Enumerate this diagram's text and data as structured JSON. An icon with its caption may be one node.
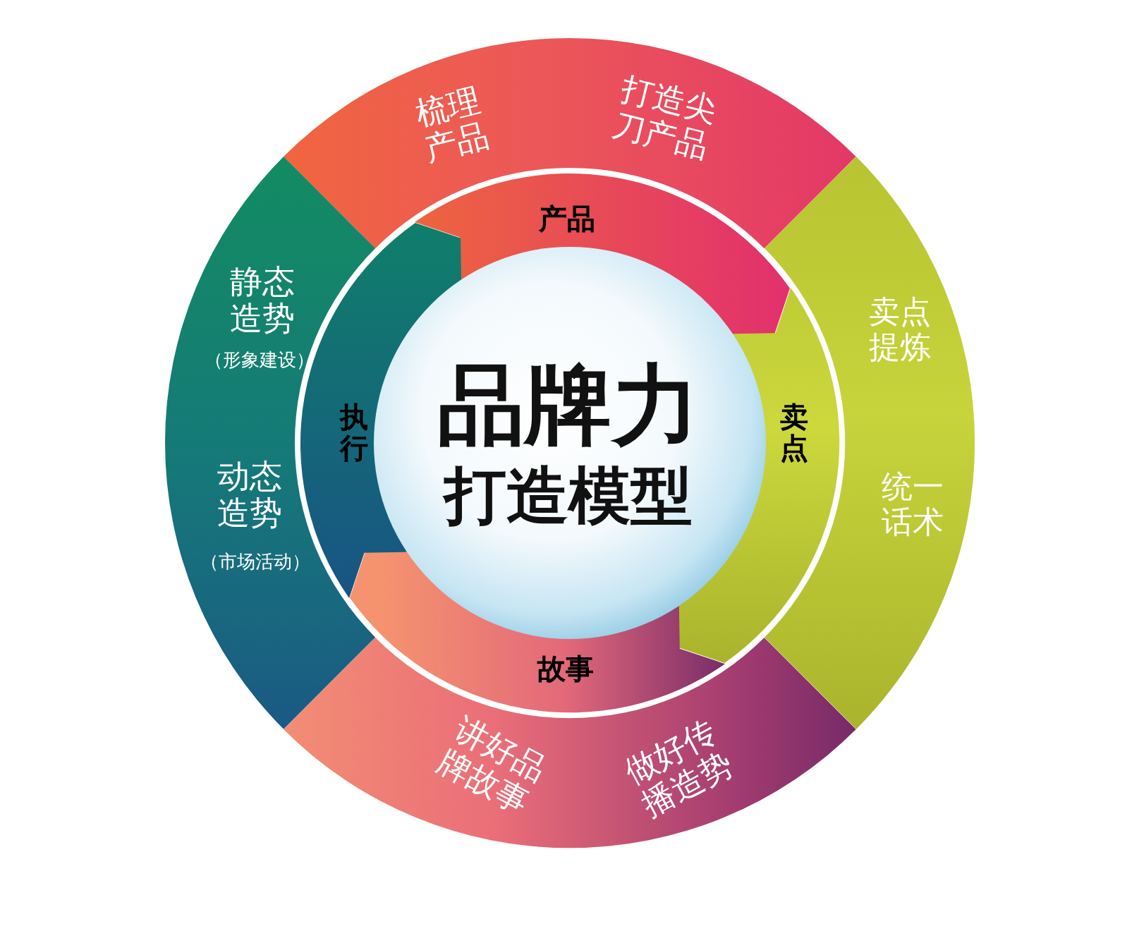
{
  "diagram": {
    "nodes": [
      {
        "text": [
          "品牌力",
          "打造模型"
        ]
      },
      {
        "text": [
          "产品"
        ]
      },
      {
        "text": [
          "卖点"
        ]
      },
      {
        "text": [
          "故事"
        ]
      },
      {
        "text": [
          "执行"
        ]
      },
      {
        "text": [
          "梳理产品",
          "打造尖刀产品"
        ]
      },
      {
        "text": [
          "卖点提炼",
          "统一话术"
        ]
      },
      {
        "text": [
          "讲好品牌故事",
          "做好传播造势"
        ]
      },
      {
        "text": [
          "静态造势",
          "（形象建设）",
          "动态造势",
          "（市场活动）"
        ]
      }
    ]
  }
}
